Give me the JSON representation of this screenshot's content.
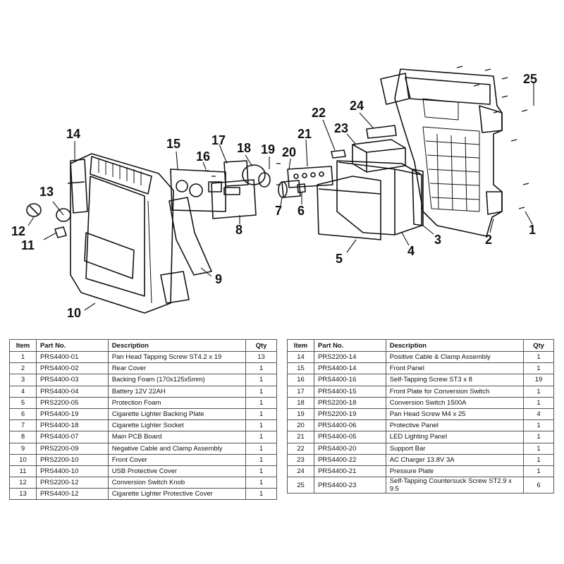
{
  "callouts": [
    "1",
    "2",
    "3",
    "4",
    "5",
    "6",
    "7",
    "8",
    "9",
    "10",
    "11",
    "12",
    "13",
    "14",
    "15",
    "16",
    "17",
    "18",
    "19",
    "20",
    "21",
    "22",
    "23",
    "24",
    "25"
  ],
  "table": {
    "headers": {
      "item": "Item",
      "part": "Part No.",
      "desc": "Description",
      "qty": "Qty"
    },
    "left_rows": [
      {
        "item": "1",
        "part": "PRS4400-01",
        "desc": "Pan Head Tapping Screw ST4.2 x 19",
        "qty": "13"
      },
      {
        "item": "2",
        "part": "PRS4400-02",
        "desc": "Rear Cover",
        "qty": "1"
      },
      {
        "item": "3",
        "part": "PRS4400-03",
        "desc": "Backing Foam (170x125x5mm)",
        "qty": "1"
      },
      {
        "item": "4",
        "part": "PRS4400-04",
        "desc": "Battery 12V 22AH",
        "qty": "1"
      },
      {
        "item": "5",
        "part": "PRS2200-05",
        "desc": "Protection Foam",
        "qty": "1"
      },
      {
        "item": "6",
        "part": "PRS4400-19",
        "desc": "Cigarette Lighter Backing Plate",
        "qty": "1"
      },
      {
        "item": "7",
        "part": "PRS4400-18",
        "desc": "Cigarette Lighter Socket",
        "qty": "1"
      },
      {
        "item": "8",
        "part": "PRS4400-07",
        "desc": "Main PCB Board",
        "qty": "1"
      },
      {
        "item": "9",
        "part": "PRS2200-09",
        "desc": "Negative Cable and Clamp Assembly",
        "qty": "1"
      },
      {
        "item": "10",
        "part": "PRS2200-10",
        "desc": "Front Cover",
        "qty": "1"
      },
      {
        "item": "11",
        "part": "PRS4400-10",
        "desc": "USB Protective Cover",
        "qty": "1"
      },
      {
        "item": "12",
        "part": "PRS2200-12",
        "desc": "Conversion Switch Knob",
        "qty": "1"
      },
      {
        "item": "13",
        "part": "PRS4400-12",
        "desc": "Cigarette Lighter Protective Cover",
        "qty": "1"
      }
    ],
    "right_rows": [
      {
        "item": "14",
        "part": "PRS2200-14",
        "desc": "Positive Cable & Clamp Assembly",
        "qty": "1"
      },
      {
        "item": "15",
        "part": "PRS4400-14",
        "desc": "Front Panel",
        "qty": "1"
      },
      {
        "item": "16",
        "part": "PRS4400-16",
        "desc": "Self-Tapping Screw ST3 x 8",
        "qty": "19"
      },
      {
        "item": "17",
        "part": "PRS4400-15",
        "desc": "Front Plate for Conversion Switch",
        "qty": "1"
      },
      {
        "item": "18",
        "part": "PRS2200-18",
        "desc": "Conversion Switch 1500A",
        "qty": "1"
      },
      {
        "item": "19",
        "part": "PRS2200-19",
        "desc": "Pan Head Screw M4 x 25",
        "qty": "4"
      },
      {
        "item": "20",
        "part": "PRS4400-06",
        "desc": "Protective Panel",
        "qty": "1"
      },
      {
        "item": "21",
        "part": "PRS4400-05",
        "desc": "LED Lighting Panel",
        "qty": "1"
      },
      {
        "item": "22",
        "part": "PRS4400-20",
        "desc": "Support Bar",
        "qty": "1"
      },
      {
        "item": "23",
        "part": "PRS4400-22",
        "desc": "AC Charger 13.8V 3A",
        "qty": "1"
      },
      {
        "item": "24",
        "part": "PRS4400-21",
        "desc": "Pressure Plate",
        "qty": "1"
      },
      {
        "item": "25",
        "part": "PRS4400-23",
        "desc": "Self-Tapping Countersuck Screw ST2.9 x 9.5",
        "qty": "6"
      }
    ]
  }
}
